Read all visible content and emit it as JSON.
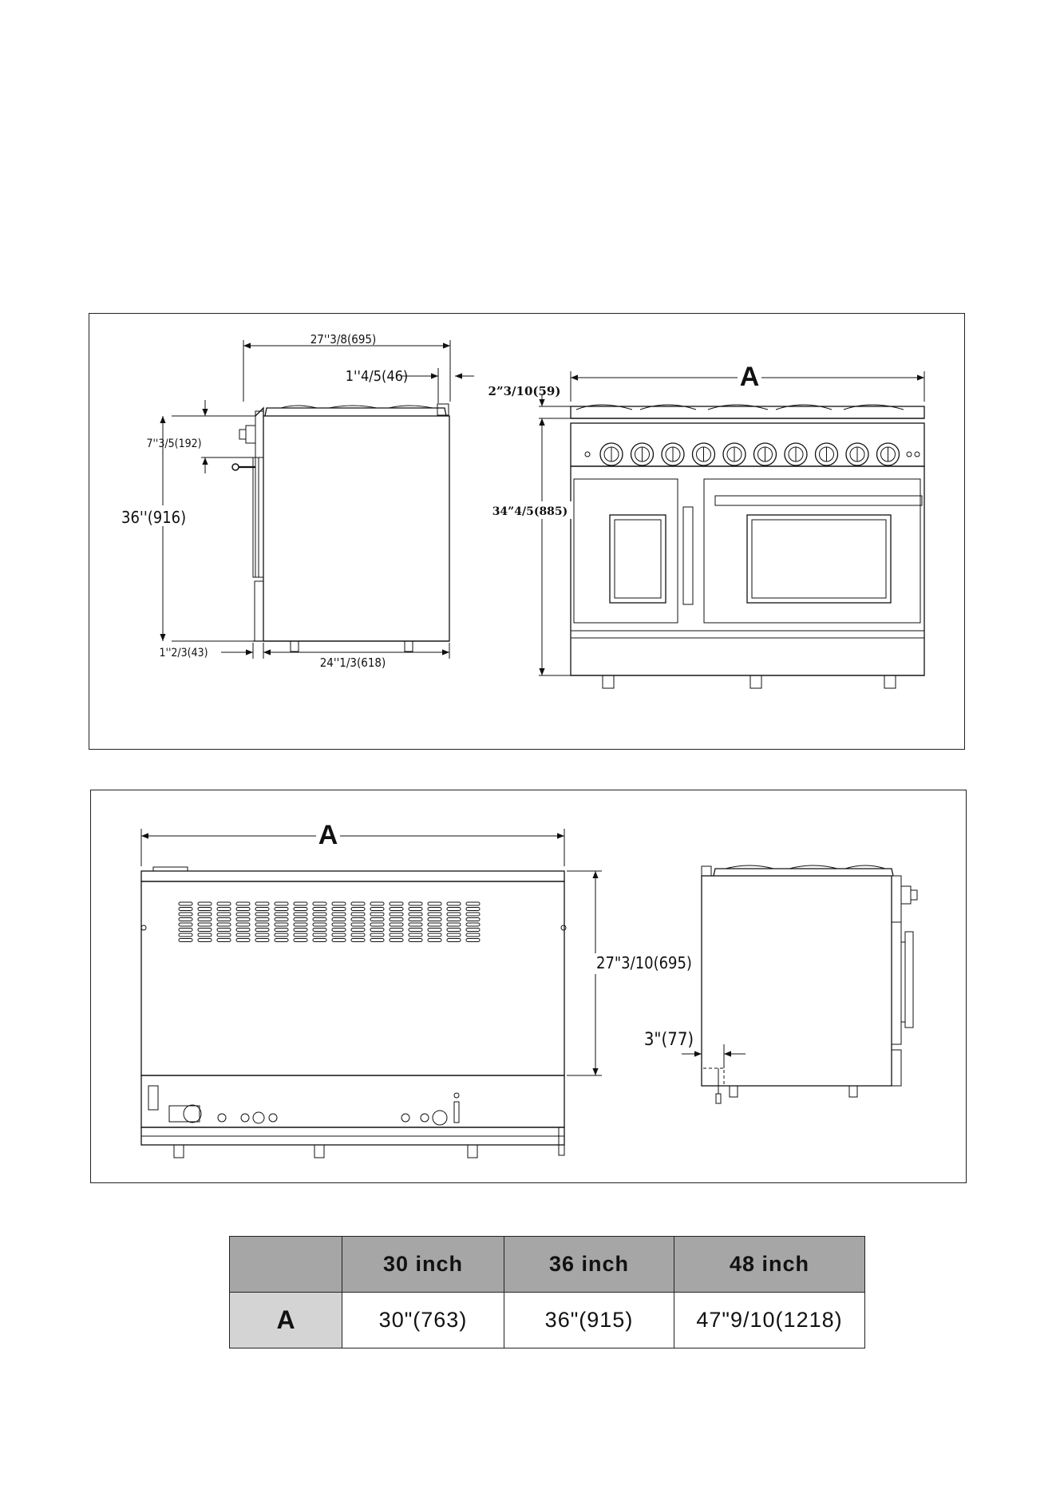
{
  "top_panel": {
    "side_view": {
      "overall_depth": "27''3/8(695)",
      "knob_depth": "1''4/5(46)",
      "backguard_height": "7''3/5(192)",
      "overall_height": "36''(916)",
      "handle_offset": "1''2/3(43)",
      "body_depth": "24''1/3(618)"
    },
    "front_view": {
      "width_label": "A",
      "cooktop_height": "2”3/10(59)",
      "body_height": "34”4/5(885)"
    }
  },
  "bottom_panel": {
    "rear_view": {
      "width_label": "A",
      "back_height": "27\"3/10(695)"
    },
    "side_view": {
      "gas_offset": "3\"(77)"
    }
  },
  "table": {
    "headers": [
      "",
      "30 inch",
      "36 inch",
      "48 inch"
    ],
    "rows": [
      {
        "label": "A",
        "values": [
          "30\"(763)",
          "36\"(915)",
          "47\"9/10(1218)"
        ]
      }
    ]
  }
}
